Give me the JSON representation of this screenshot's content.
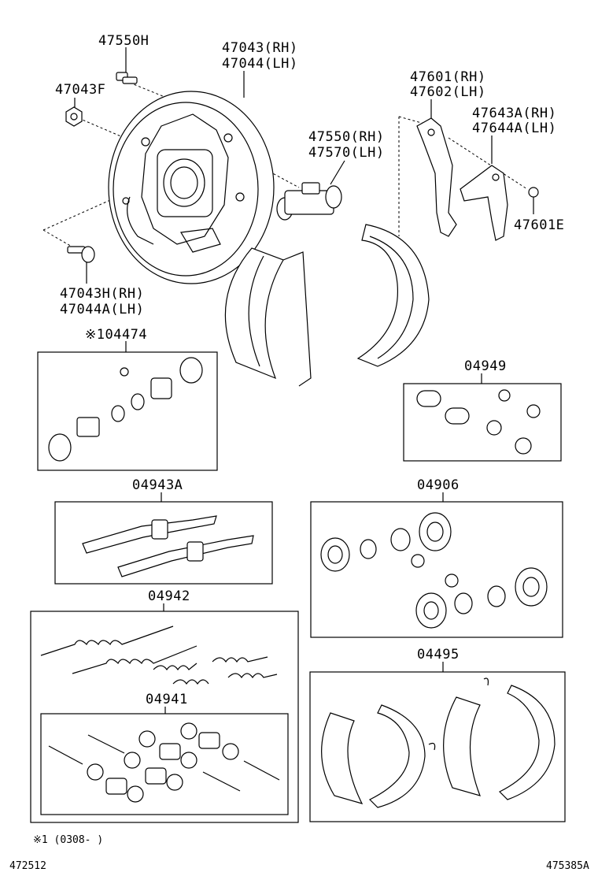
{
  "labels": {
    "l47550h": "47550H",
    "l47043rh": "47043(RH)",
    "l47044lh": "47044(LH)",
    "l47043f": "47043F",
    "l47601rh": "47601(RH)",
    "l47602lh": "47602(LH)",
    "l47643arh": "47643A(RH)",
    "l47644alh": "47644A(LH)",
    "l47550rh": "47550(RH)",
    "l47570lh": "47570(LH)",
    "l47601e": "47601E",
    "l47043hrh": "47043H(RH)",
    "l47044alh": "47044A(LH)",
    "l04474": "※104474",
    "l04949": "04949",
    "l04943a": "04943A",
    "l04906": "04906",
    "l04942": "04942",
    "l04495": "04495",
    "l04941": "04941",
    "footnote": "※1 (0308-     )",
    "code_left": "472512",
    "code_right": "475385A"
  }
}
